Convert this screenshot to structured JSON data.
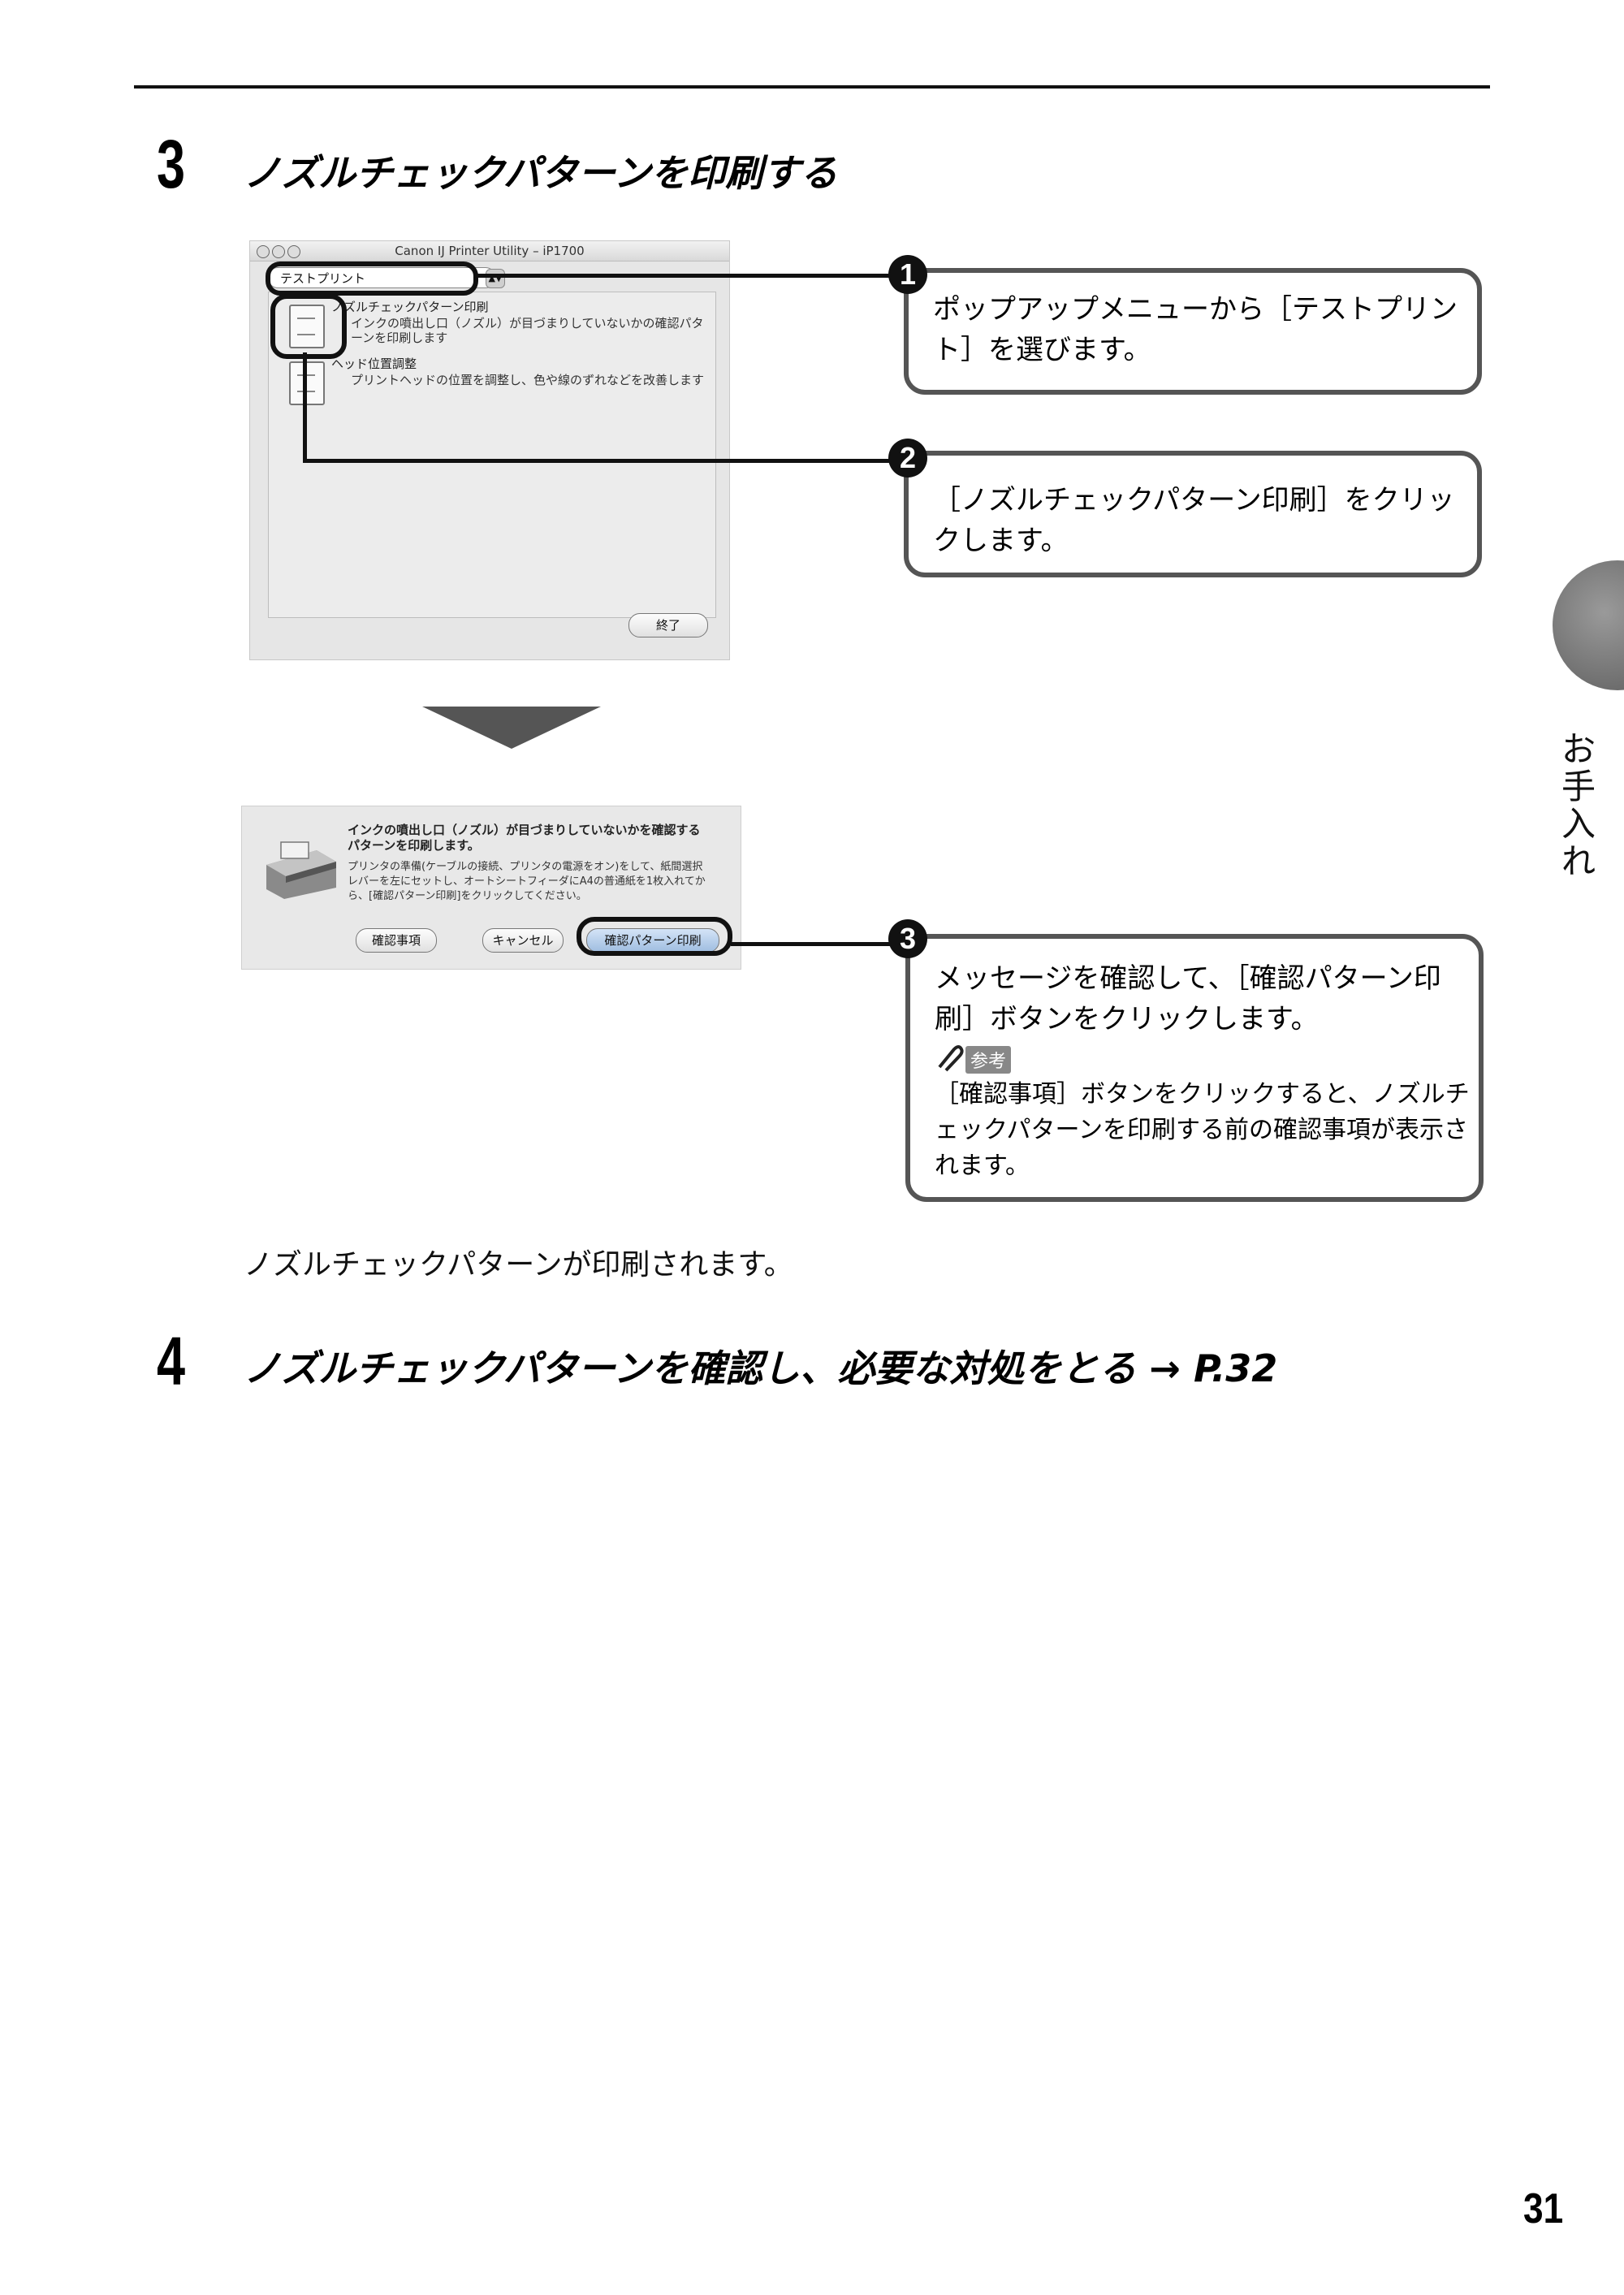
{
  "step3": {
    "number": "3",
    "title": "ノズルチェックパターンを印刷する"
  },
  "utility_window": {
    "title": "Canon IJ Printer Utility – iP1700",
    "popup_value": "テストプリント",
    "items": [
      {
        "title": "ノズルチェックパターン印刷",
        "desc": "インクの噴出し口（ノズル）が目づまりしていないかの確認パターンを印刷します"
      },
      {
        "title": "ヘッド位置調整",
        "desc": "プリントヘッドの位置を調整し、色や線のずれなどを改善します"
      }
    ],
    "quit_label": "終了"
  },
  "callout1": {
    "badge": "1",
    "text": "ポップアップメニューから［テストプリント］を選びます。"
  },
  "callout2": {
    "badge": "2",
    "text": "［ノズルチェックパターン印刷］をクリックします。"
  },
  "confirm_dialog": {
    "title": "インクの噴出し口（ノズル）が目づまりしていないかを確認するパターンを印刷します。",
    "desc": "プリンタの準備(ケーブルの接続、プリンタの電源をオン)をして、紙間選択レバーを左にセットし、オートシートフィーダにA4の普通紙を1枚入れてから、[確認パターン印刷]をクリックしてください。",
    "buttons": {
      "check_items": "確認事項",
      "cancel": "キャンセル",
      "print_pattern": "確認パターン印刷"
    }
  },
  "callout3": {
    "badge": "3",
    "text": "メッセージを確認して、［確認パターン印刷］ボタンをクリックします。",
    "note_label": "参考",
    "note_text": "［確認事項］ボタンをクリックすると、ノズルチェックパターンを印刷する前の確認事項が表示されます。"
  },
  "result_text": "ノズルチェックパターンが印刷されます。",
  "step4": {
    "number": "4",
    "title": "ノズルチェックパターンを確認し、必要な対処をとる → P.32"
  },
  "side_tab_label": "お手入れ",
  "page_number": "31"
}
